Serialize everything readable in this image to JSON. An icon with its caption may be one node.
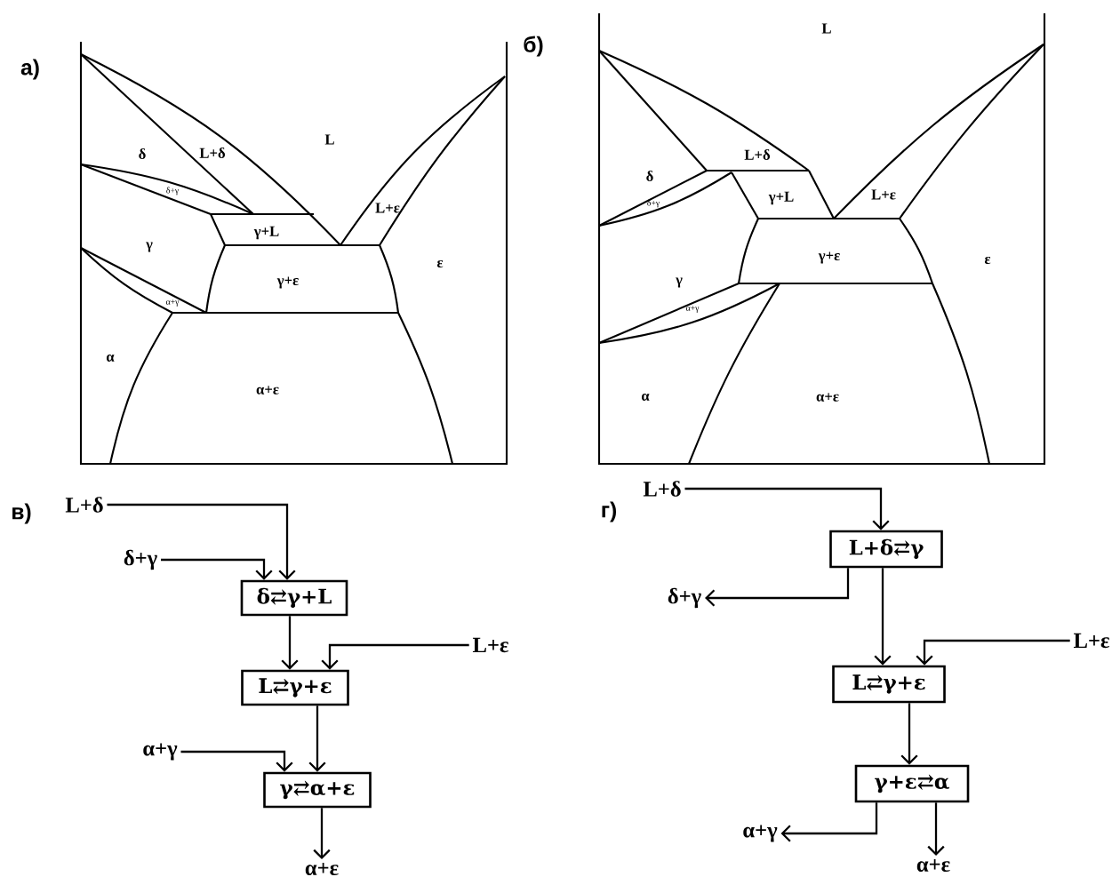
{
  "diagram": {
    "nodes": [
      {
        "text": [
          "L+δ"
        ]
      },
      {
        "text": [
          "δ+γ"
        ]
      },
      {
        "text": [
          "δ⇄γ+L"
        ]
      },
      {
        "text": [
          "L+ε"
        ]
      },
      {
        "text": [
          "L⇄γ+ε"
        ]
      },
      {
        "text": [
          "α+γ"
        ]
      },
      {
        "text": [
          "γ⇄α+ε"
        ]
      },
      {
        "text": [
          "α+ε"
        ]
      },
      {
        "text": [
          "L+δ"
        ]
      },
      {
        "text": [
          "L+δ⇄γ"
        ]
      },
      {
        "text": [
          "δ+γ"
        ]
      },
      {
        "text": [
          "L+ε"
        ]
      },
      {
        "text": [
          "L⇄γ+ε"
        ]
      },
      {
        "text": [
          "γ+ε⇄α"
        ]
      },
      {
        "text": [
          "α+γ"
        ]
      },
      {
        "text": [
          "α+ε"
        ]
      }
    ],
    "edges": [
      {
        "from": 0,
        "to": 2,
        "arrow": "to"
      },
      {
        "from": 1,
        "to": 2,
        "arrow": "to"
      },
      {
        "from": 2,
        "to": 4,
        "arrow": "to"
      },
      {
        "from": 3,
        "to": 4,
        "arrow": "to"
      },
      {
        "from": 4,
        "to": 6,
        "arrow": "to"
      },
      {
        "from": 5,
        "to": 6,
        "arrow": "to"
      },
      {
        "from": 6,
        "to": 7,
        "arrow": "to"
      },
      {
        "from": 8,
        "to": 9,
        "arrow": "to"
      },
      {
        "from": 9,
        "to": 10,
        "arrow": "to"
      },
      {
        "from": 9,
        "to": 12,
        "arrow": "to"
      },
      {
        "from": 11,
        "to": 12,
        "arrow": "to"
      },
      {
        "from": 12,
        "to": 13,
        "arrow": "to"
      },
      {
        "from": 13,
        "to": 14,
        "arrow": "to"
      },
      {
        "from": 13,
        "to": 15,
        "arrow": "to"
      }
    ],
    "labels": [
      "а)",
      "L",
      "δ",
      "L+δ",
      "δ+γ",
      "γ+L",
      "L+ε",
      "γ",
      "ε",
      "γ+ε",
      "α+γ",
      "α",
      "α+ε",
      "б)",
      "L",
      "L+δ",
      "δ",
      "γ+L",
      "L+ε",
      "δ+γ",
      "γ+ε",
      "ε",
      "γ",
      "α+γ",
      "α",
      "α+ε",
      "в)",
      "г)"
    ]
  }
}
